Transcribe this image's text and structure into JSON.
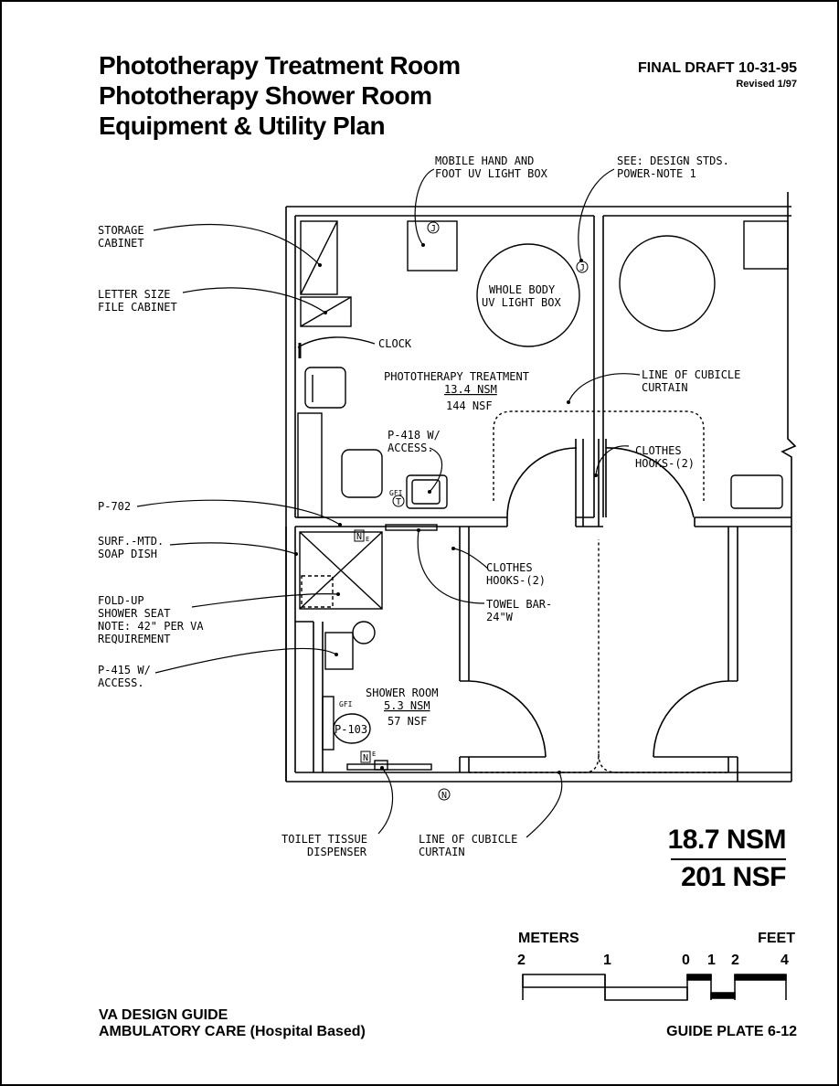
{
  "title": {
    "line1": "Phototherapy Treatment Room",
    "line2": "Phototherapy Shower Room",
    "line3": "Equipment & Utility Plan"
  },
  "draft": {
    "status": "FINAL DRAFT 10-31-95",
    "revised": "Revised 1/97"
  },
  "callouts": {
    "mobile_box": [
      "MOBILE HAND AND",
      "FOOT UV LIGHT BOX"
    ],
    "design_stds": [
      "SEE: DESIGN STDS.",
      "POWER-NOTE 1"
    ],
    "storage": [
      "STORAGE",
      "CABINET"
    ],
    "letter_file": [
      "LETTER SIZE",
      "FILE CABINET"
    ],
    "clock": "CLOCK",
    "whole_body": [
      "WHOLE BODY",
      "UV LIGHT BOX"
    ],
    "line_cubicle_top": [
      "LINE OF CUBICLE",
      "CURTAIN"
    ],
    "p418": [
      "P-418 W/",
      "ACCESS."
    ],
    "clothes_hooks_right": [
      "CLOTHES",
      "HOOKS-(2)"
    ],
    "p702": "P-702",
    "soap_dish": [
      "SURF.-MTD.",
      "SOAP DISH"
    ],
    "clothes_hooks_mid": [
      "CLOTHES",
      "HOOKS-(2)"
    ],
    "fold_up": [
      "FOLD-UP",
      "SHOWER SEAT",
      "NOTE: 42\" PER VA",
      "REQUIREMENT"
    ],
    "towel_bar": [
      "TOWEL BAR-",
      "24\"W"
    ],
    "p415": [
      "P-415 W/",
      "ACCESS."
    ],
    "toilet_tissue": [
      "TOILET TISSUE",
      "DISPENSER"
    ],
    "line_cubicle_bottom": [
      "LINE OF CUBICLE",
      "CURTAIN"
    ],
    "gfi_top": "GFI",
    "gfi_shower": "GFI",
    "p103": "P-103"
  },
  "rooms": {
    "treatment": {
      "name": "PHOTOTHERAPY TREATMENT",
      "nsm": "13.4 NSM",
      "nsf": "144 NSF"
    },
    "shower": {
      "name": "SHOWER ROOM",
      "nsm": "5.3 NSM",
      "nsf": "57 NSF"
    }
  },
  "symbols": {
    "j": "J",
    "n": "N",
    "t": "T",
    "e": "E"
  },
  "totals": {
    "nsm": "18.7 NSM",
    "nsf": "201 NSF"
  },
  "scale": {
    "meters_label": "METERS",
    "feet_label": "FEET",
    "meters_ticks": [
      "2",
      "1",
      "0"
    ],
    "feet_ticks": [
      "1",
      "2",
      "4"
    ]
  },
  "footer": {
    "guide": "VA DESIGN GUIDE",
    "care": "AMBULATORY CARE (Hospital Based)",
    "plate": "GUIDE PLATE 6-12"
  }
}
